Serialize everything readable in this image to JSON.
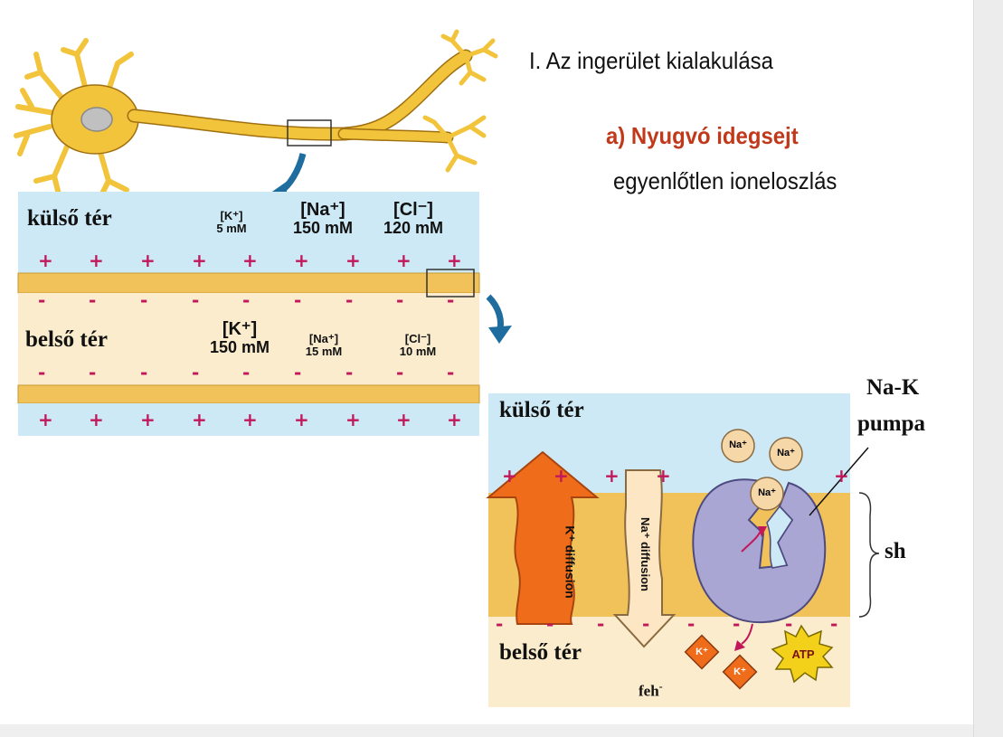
{
  "slide": {
    "title": "I. Az ingerület kialakulása",
    "subtitle": "a) Nyugvó idegsejt",
    "description": "egyenlőtlen ioneloszlás"
  },
  "top_panel": {
    "outer_label": "külső tér",
    "inner_label": "belső tér",
    "outer_ions": [
      {
        "ion": "[K⁺]",
        "conc": "5 mM"
      },
      {
        "ion": "[Na⁺]",
        "conc": "150 mM"
      },
      {
        "ion": "[Cl⁻]",
        "conc": "120 mM"
      }
    ],
    "inner_ions": [
      {
        "ion": "[K⁺]",
        "conc": "150 mM"
      },
      {
        "ion": "[Na⁺]",
        "conc": "15 mM"
      },
      {
        "ion": "[Cl⁻]",
        "conc": "10 mM"
      }
    ],
    "plus": "+",
    "minus": "-"
  },
  "bottom_panel": {
    "outer_label": "külső tér",
    "inner_label": "belső tér",
    "pump_label_line1": "Na-K",
    "pump_label_line2": "pumpa",
    "membrane_label": "sh",
    "protein_label": "feh",
    "protein_charge": "-",
    "k_diffusion": "K⁺ diffusion",
    "na_diffusion": "Na⁺ diffusion",
    "na_ion": "Na⁺",
    "k_ion": "K⁺",
    "atp": "ATP"
  },
  "colors": {
    "outer_fluid": "#cde9f6",
    "inner_fluid": "#fbeccd",
    "membrane": "#f2c25a",
    "neuron": "#f2c43c",
    "arrow_blue": "#1f6d9e",
    "k_arrow": "#ef6c1a",
    "pump": "#a9a6d3",
    "charge": "#c2185b",
    "subtitle": "#c0391b"
  }
}
